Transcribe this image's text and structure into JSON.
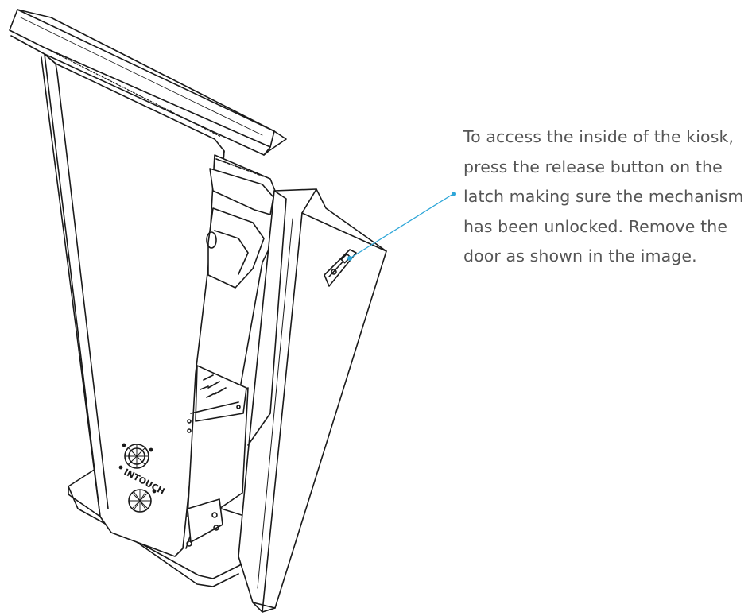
{
  "caption": {
    "lines": [
      "To access the inside of the kiosk,",
      "press the release button on the",
      "latch making sure the mechanism",
      "has been unlocked. Remove the",
      "door as shown in the image."
    ]
  },
  "kiosk": {
    "brand_mark": "INTOUCH"
  },
  "colors": {
    "line": "#1a1a1a",
    "callout": "#2ea6d8",
    "text": "#555555"
  }
}
